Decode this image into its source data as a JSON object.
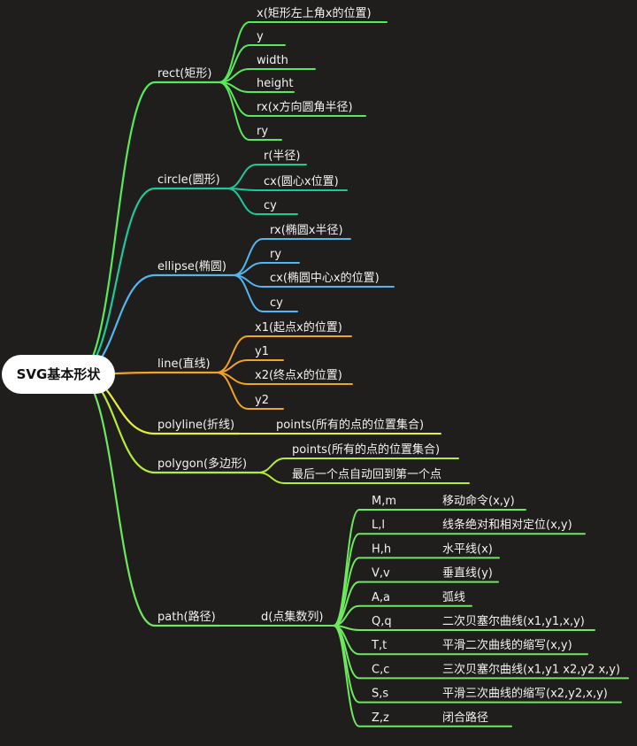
{
  "root": {
    "label": "SVG基本形状"
  },
  "colors": {
    "background": "#1f1e1c",
    "rect": "#58ea5c",
    "circle": "#1fc89a",
    "ellipse": "#52b6f0",
    "line": "#f2a227",
    "polyline": "#e6ee3a",
    "polygon": "#b7ec36",
    "path": "#6ee85e"
  },
  "branches": [
    {
      "key": "rect",
      "label": "rect(矩形)",
      "children": [
        "x(矩形左上角x的位置)",
        "y",
        "width",
        "height",
        "rx(x方向圆角半径)",
        "ry"
      ]
    },
    {
      "key": "circle",
      "label": "circle(圆形)",
      "children": [
        "r(半径)",
        "cx(圆心x位置)",
        "cy"
      ]
    },
    {
      "key": "ellipse",
      "label": "ellipse(椭圆)",
      "children": [
        "rx(椭圆x半径)",
        "ry",
        "cx(椭圆中心x的位置)",
        "cy"
      ]
    },
    {
      "key": "line",
      "label": "line(直线)",
      "children": [
        "x1(起点x的位置)",
        "y1",
        "x2(终点x的位置)",
        "y2"
      ]
    },
    {
      "key": "polyline",
      "label": "polyline(折线)",
      "children": [
        "points(所有的点的位置集合)"
      ]
    },
    {
      "key": "polygon",
      "label": "polygon(多边形)",
      "children": [
        "points(所有的点的位置集合)",
        "最后一个点自动回到第一个点"
      ]
    },
    {
      "key": "path",
      "label": "path(路径)",
      "sub": {
        "label": "d(点集数列)",
        "commands": [
          {
            "cmd": "M,m",
            "desc": "移动命令(x,y)"
          },
          {
            "cmd": "L,l",
            "desc": "线条绝对和相对定位(x,y)"
          },
          {
            "cmd": "H,h",
            "desc": "水平线(x)"
          },
          {
            "cmd": "V,v",
            "desc": "垂直线(y)"
          },
          {
            "cmd": "A,a",
            "desc": "弧线"
          },
          {
            "cmd": "Q,q",
            "desc": "二次贝塞尔曲线(x1,y1,x,y)"
          },
          {
            "cmd": "T,t",
            "desc": "平滑二次曲线的缩写(x,y)"
          },
          {
            "cmd": "C,c",
            "desc": "三次贝塞尔曲线(x1,y1 x2,y2 x,y)"
          },
          {
            "cmd": "S,s",
            "desc": "平滑三次曲线的缩写(x2,y2,x,y)"
          },
          {
            "cmd": "Z,z",
            "desc": "闭合路径"
          }
        ]
      }
    }
  ]
}
